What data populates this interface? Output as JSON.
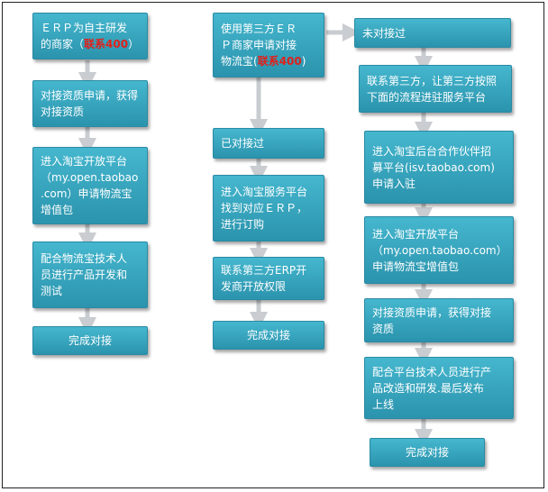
{
  "nodes": {
    "a1_pre": "ＥＲＰ为自主研发\n的商家（",
    "a1_hl": "联系400",
    "a1_post": "）",
    "a2": "对接资质申请，获得\n对接资质",
    "a3": "进入淘宝开放平台\n（my.open.taobao\n.com）申请物流宝\n增值包",
    "a4": "配合物流宝技术人\n员进行产品开发和\n测试",
    "a5": "完成对接",
    "b1_pre": "使用第三方ＥＲ\nＰ商家申请对接\n物流宝(",
    "b1_hl": "联系400",
    "b1_post": ")",
    "b2": "已对接过",
    "b3": "进入淘宝服务平台\n找到对应ＥＲＰ，\n进行订购",
    "b4": "联系第三方ERP开\n发商开放权限",
    "b5": "完成对接",
    "c1": "未对接过",
    "c2": "联系第三方，让第三方按照\n下面的流程进驻服务平台",
    "c3": "进入淘宝后台合作伙伴招\n募平台(isv.taobao.com)\n申请入驻",
    "c4": "进入淘宝开放平台\n（my.open.taobao.com）\n申请物流宝增值包",
    "c5": "对接资质申请，获得对接\n资质",
    "c6": "配合平台技术人员进行产\n品改造和研发.最后发布\n上线",
    "c7": "完成对接"
  },
  "colors": {
    "box_top": "#45b7ce",
    "box_bottom": "#2b93ad",
    "highlight": "#e0201a",
    "arrow": "#c9ccd0"
  }
}
